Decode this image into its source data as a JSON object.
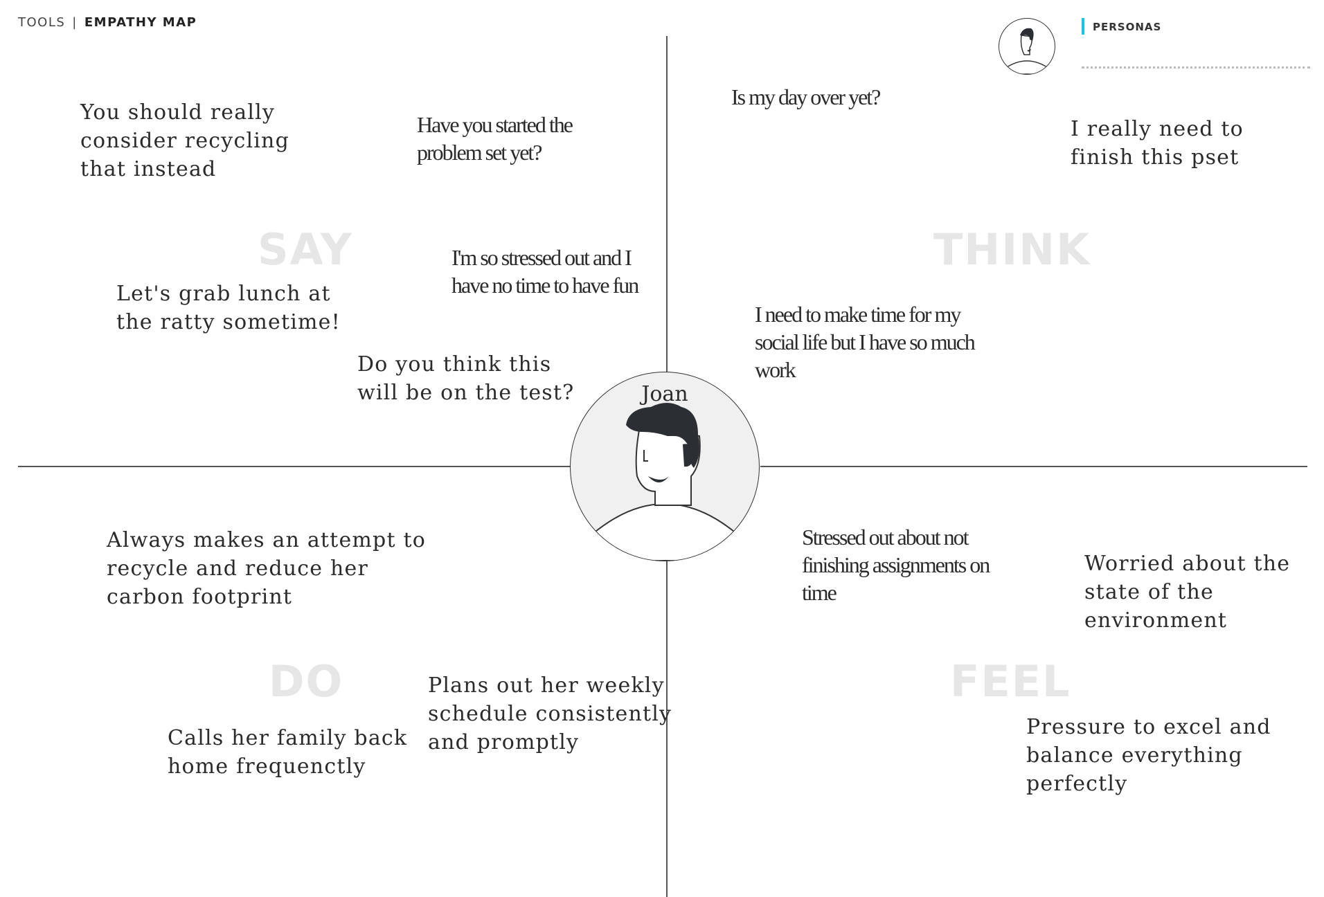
{
  "header": {
    "section": "TOOLS",
    "separator": "|",
    "current": "EMPATHY MAP"
  },
  "personas": {
    "title": "PERSONAS"
  },
  "persona": {
    "name": "Joan"
  },
  "quadrants": {
    "say": "SAY",
    "think": "THINK",
    "do": "DO",
    "feel": "FEEL"
  },
  "say_notes": [
    "You should really\nconsider recycling\nthat instead",
    "Have you started the\nproblem set yet?",
    "I'm so stressed out and I\nhave no time to have fun",
    "Let's grab lunch at\nthe ratty sometime!",
    "Do you think this\nwill be on the test?"
  ],
  "think_notes": [
    "Is my day over yet?",
    "I really need to\nfinish this pset",
    "I need to make time for my\nsocial life but I have so much\nwork"
  ],
  "do_notes": [
    "Always makes an attempt to\nrecycle and reduce her\ncarbon footprint",
    "Plans out her weekly\nschedule consistently\nand promptly",
    "Calls her family back\nhome frequenctly"
  ],
  "feel_notes": [
    "Stressed out about not\nfinishing assignments on\ntime",
    "Worried about the\nstate of the\nenvironment",
    "Pressure to excel and\nbalance everything\nperfectly"
  ],
  "colors": {
    "accent": "#19c3e6",
    "quadrant_label": "#e6e6e6",
    "line": "#555555"
  },
  "icons": [
    "avatar-icon"
  ]
}
